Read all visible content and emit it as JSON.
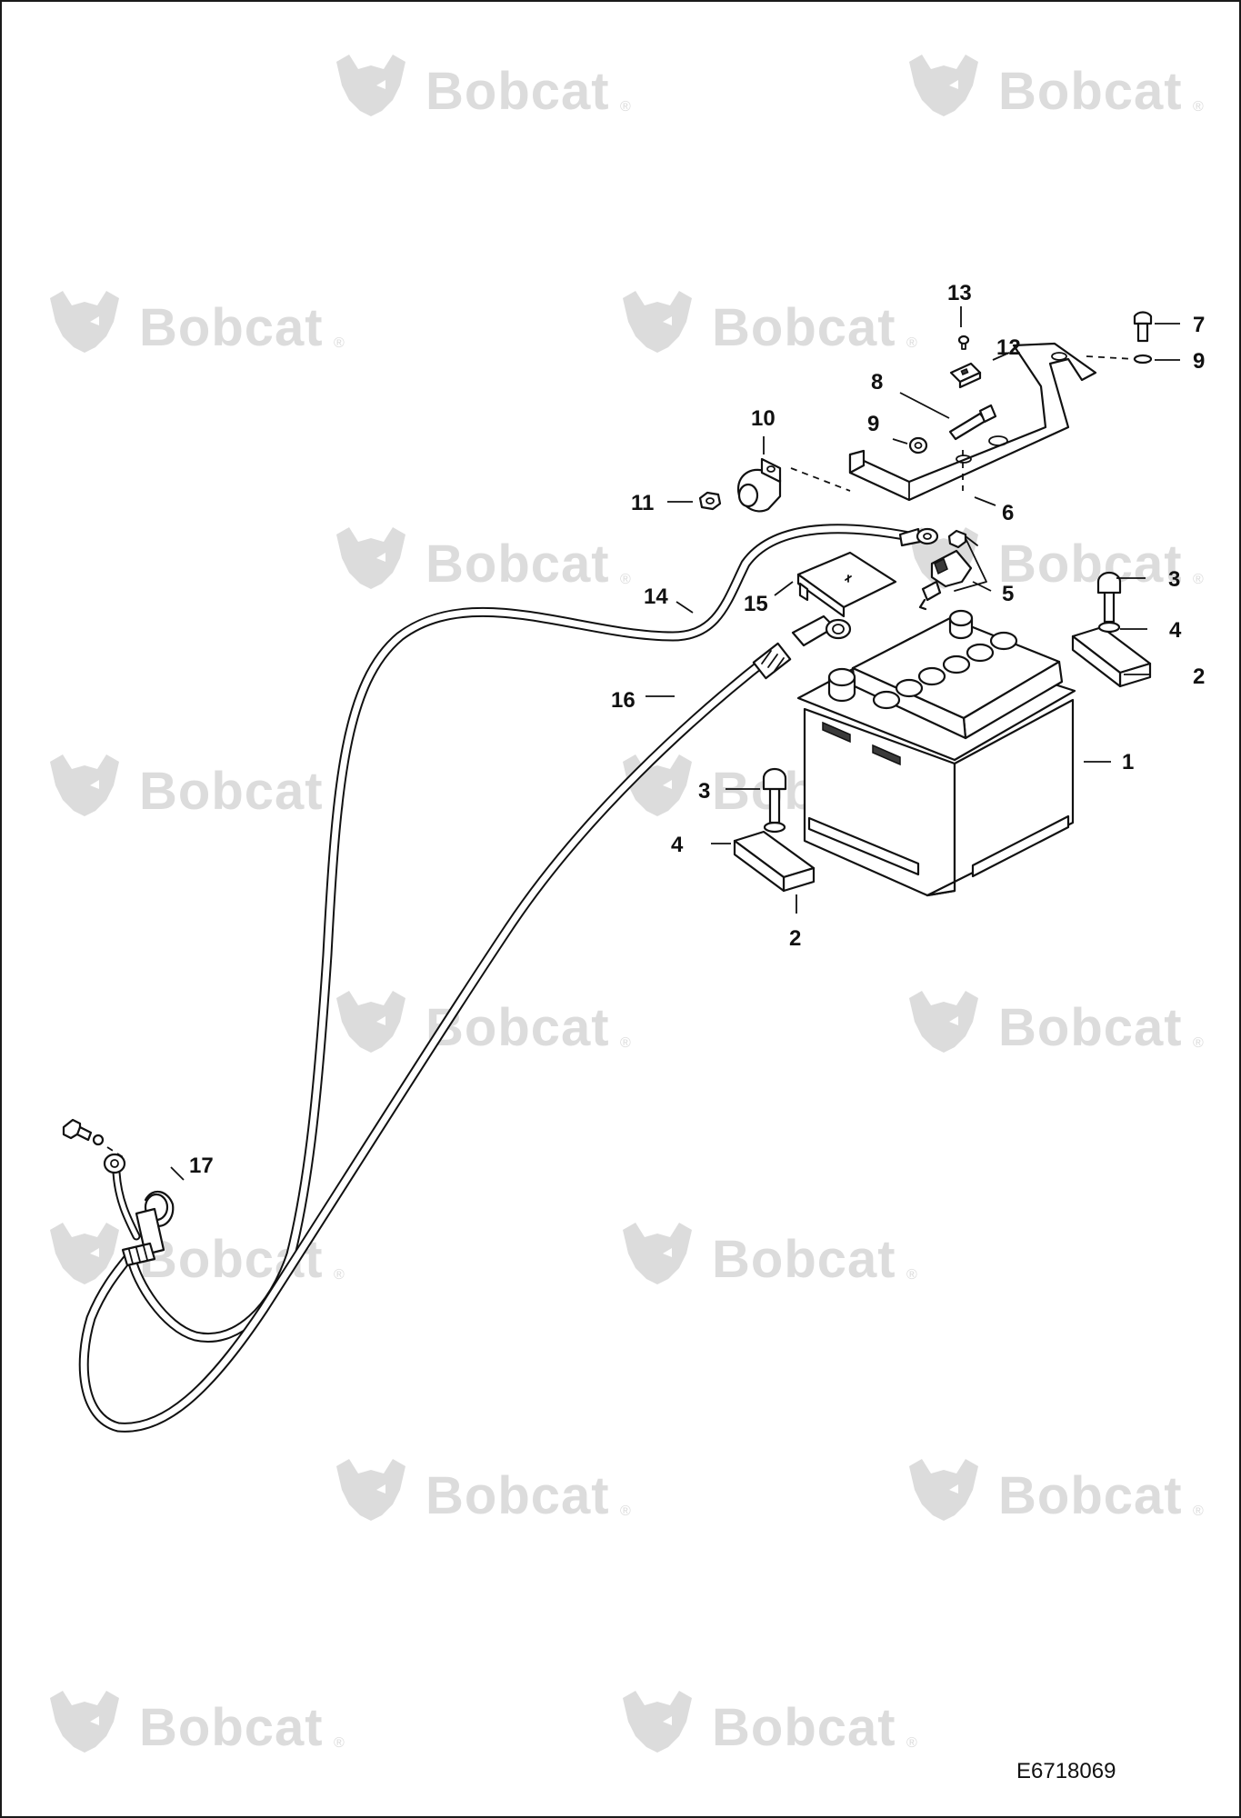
{
  "watermark": {
    "brand": "Bobcat",
    "reg_mark": "®",
    "icon": "bobcat-head-logo-icon"
  },
  "reference_code": "E6718069",
  "callouts": [
    "1",
    "2",
    "3",
    "4",
    "5",
    "6",
    "7",
    "8",
    "9",
    "10",
    "11",
    "12",
    "13",
    "14",
    "15",
    "16",
    "17"
  ],
  "colors": {
    "line": "#111111",
    "watermark": "#dcdcdc",
    "background": "#ffffff"
  }
}
